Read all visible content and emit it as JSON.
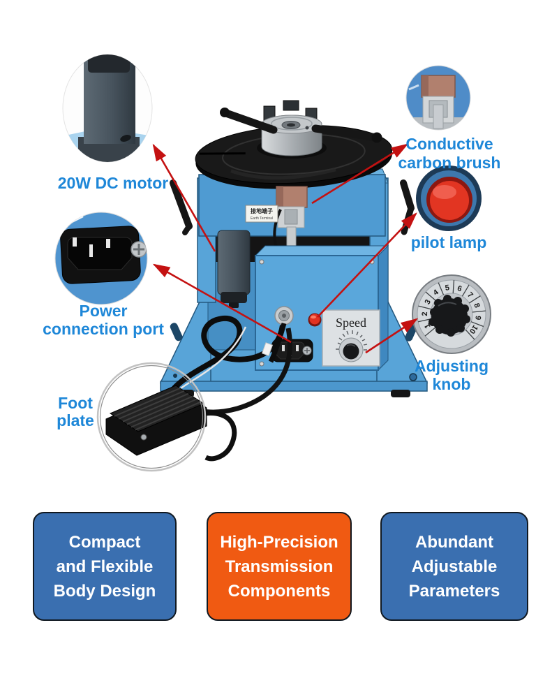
{
  "page": {
    "background": "#ffffff"
  },
  "colors": {
    "label_blue": "#1e87d8",
    "arrow_red": "#c41111",
    "machine_blue": "#58a4d8",
    "feature_blue": "#3a6fb0",
    "feature_orange": "#f05a12",
    "feature_text": "#ffffff"
  },
  "callout_labels": {
    "motor": "20W DC motor",
    "carbon_brush_line1": "Conductive",
    "carbon_brush_line2": "carbon brush",
    "pilot_lamp": "pilot lamp",
    "adjusting_line1": "Adjusting",
    "adjusting_line2": "knob",
    "power_line1": "Power",
    "power_line2": "connection port",
    "foot_line1": "Foot",
    "foot_line2": "plate"
  },
  "machine": {
    "speed_label": "Speed",
    "earth_label_cn": "接地端子",
    "earth_label_en": "Earth Terminal",
    "dial_numbers": [
      "1",
      "2",
      "3",
      "4",
      "5",
      "6",
      "7",
      "8",
      "9",
      "10"
    ]
  },
  "features": [
    {
      "color": "#3a6fb0",
      "lines": [
        "Compact",
        "and Flexible",
        "Body Design"
      ]
    },
    {
      "color": "#f05a12",
      "lines": [
        "High-Precision",
        "Transmission",
        "Components"
      ]
    },
    {
      "color": "#3a6fb0",
      "lines": [
        "Abundant",
        "Adjustable",
        "Parameters"
      ]
    }
  ]
}
